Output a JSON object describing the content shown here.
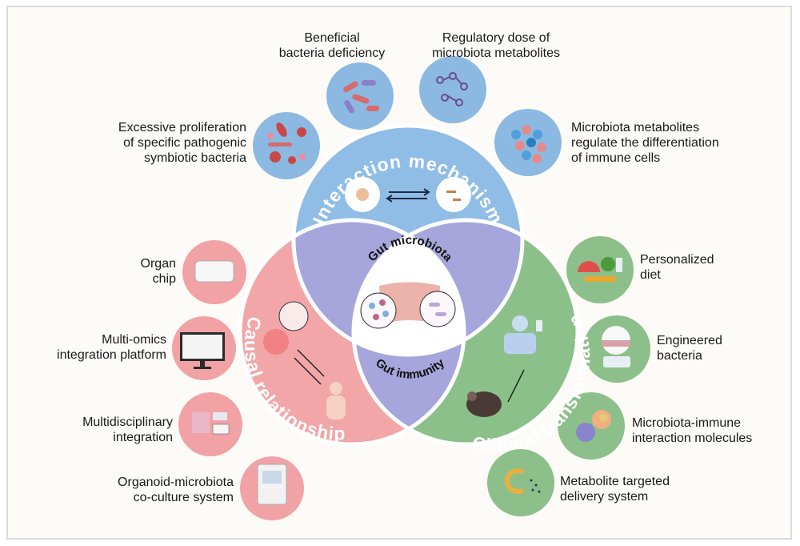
{
  "center": {
    "top_label": "Gut microbiota",
    "bottom_label": "Gut immunity"
  },
  "sections": [
    {
      "id": "interaction",
      "title": "Interaction mechanism",
      "color": "#8fbde6",
      "items": [
        "Beneficial\nbacteria deficiency",
        "Regulatory dose of\nmicrobiota metabolites",
        "Excessive proliferation\nof specific pathogenic\nsymbiotic bacteria",
        "Microbiota metabolites\nregulate the differentiation\nof immune cells"
      ]
    },
    {
      "id": "causal",
      "title": "Causal relationship",
      "color": "#f2a6a8",
      "items": [
        "Organ\nchip",
        "Multi-omics\nintegration platform",
        "Multidisciplinary\nintegration",
        "Organoid-microbiota\nco-culture system"
      ]
    },
    {
      "id": "clinical",
      "title": "Clinical transformation",
      "color": "#8cc08a",
      "items": [
        "Personalized\ndiet",
        "Engineered\nbacteria",
        "Microbiota-immune\ninteraction molecules",
        "Metabolite targeted\ndelivery system"
      ]
    }
  ],
  "overlap_color": "#a6a6dc",
  "icons": [
    "bacteria-icon",
    "metabolite-molecule-icon",
    "pathogen-icon",
    "immune-cells-icon",
    "organ-chip-icon",
    "monitor-icon",
    "lab-charts-icon",
    "incubator-icon",
    "food-icon",
    "engineered-bacteria-icon",
    "immune-cell-molecule-icon",
    "nanoparticle-icon",
    "mouse-icon",
    "patient-icon",
    "human-icon"
  ]
}
